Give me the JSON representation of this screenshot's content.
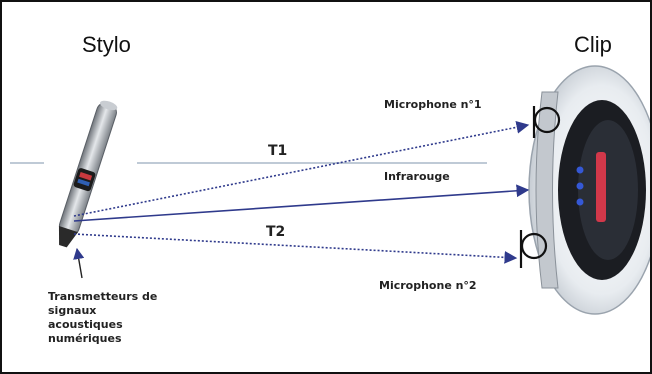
{
  "headers": {
    "stylo": "Stylo",
    "clip": "Clip"
  },
  "labels": {
    "t1": "T1",
    "t2": "T2",
    "microphone1": "Microphone n°1",
    "infrarouge": "Infrarouge",
    "microphone2": "Microphone n°2"
  },
  "transmetteurs": [
    "Transmetteurs de",
    "signaux",
    "acoustiques",
    "numériques"
  ],
  "colors": {
    "arrow": "#2f3a8c",
    "guide_line": "#aab8c8",
    "border": "#111111"
  },
  "icons": {
    "pen": "pen-device-icon",
    "clip": "clip-device-icon",
    "microphone": "microphone-icon"
  }
}
